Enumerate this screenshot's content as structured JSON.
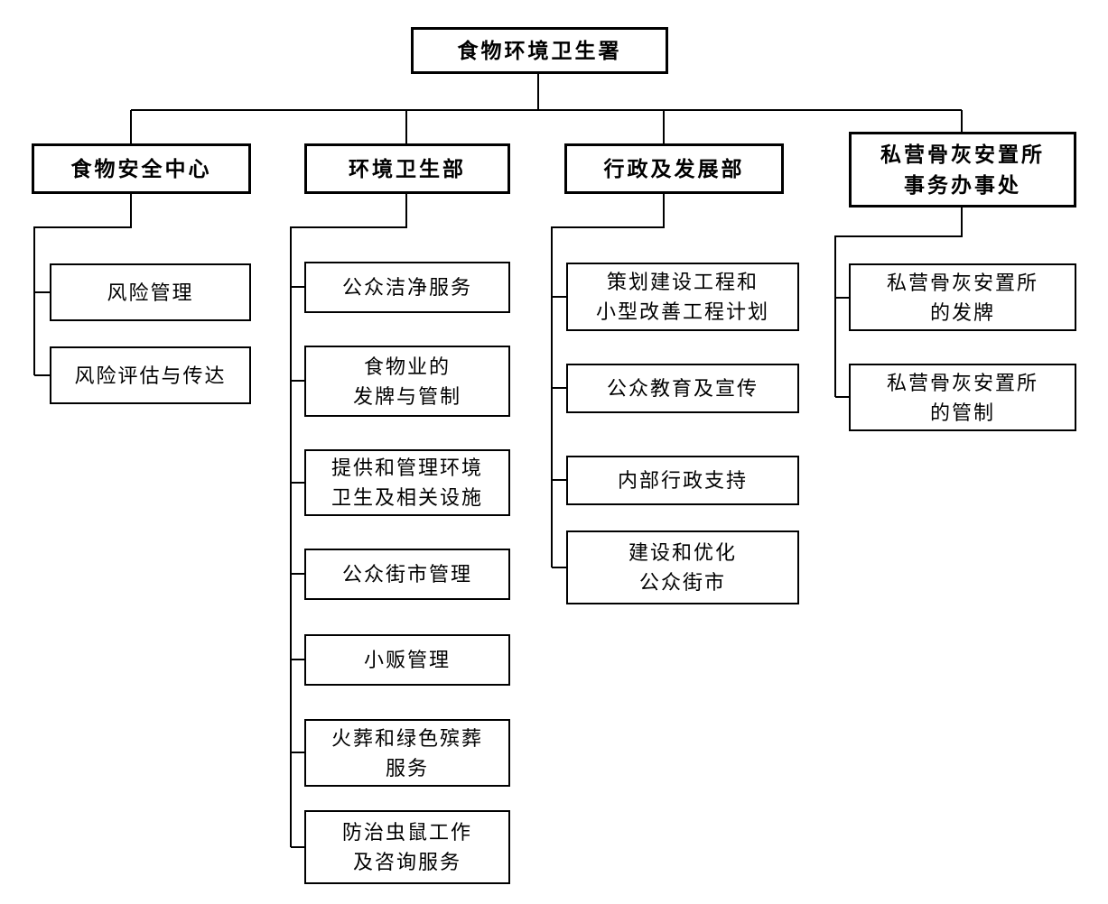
{
  "root": {
    "label": "食物环境卫生署"
  },
  "branches": [
    {
      "label": "食物安全中心",
      "children": [
        "风险管理",
        "风险评估与传达"
      ]
    },
    {
      "label": "环境卫生部",
      "children": [
        "公众洁净服务",
        "食物业的\n发牌与管制",
        "提供和管理环境\n卫生及相关设施",
        "公众街市管理",
        "小贩管理",
        "火葬和绿色殡葬\n服务",
        "防治虫鼠工作\n及咨询服务"
      ]
    },
    {
      "label": "行政及发展部",
      "children": [
        "策划建设工程和\n小型改善工程计划",
        "公众教育及宣传",
        "内部行政支持",
        "建设和优化\n公众街市"
      ]
    },
    {
      "label": "私营骨灰安置所\n事务办事处",
      "children": [
        "私营骨灰安置所\n的发牌",
        "私营骨灰安置所\n的管制"
      ]
    }
  ],
  "colors": {
    "background": "#ffffff",
    "box_border": "#000000",
    "line": "#000000",
    "text": "#000000"
  }
}
